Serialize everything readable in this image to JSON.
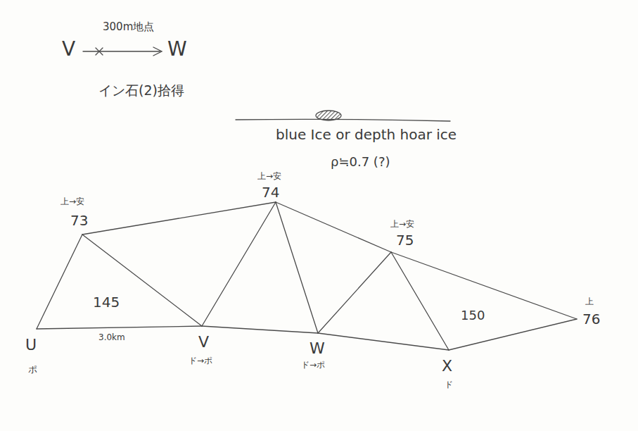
{
  "diagram": {
    "labels": [
      "300m地点",
      "V",
      "W",
      "イン石(2)拾得",
      "blue Ice or depth hoar ice",
      "ρ≒0.7 (?)",
      "上→安",
      "73",
      "上→安",
      "74",
      "上→安",
      "75",
      "上",
      "76",
      "145",
      "150",
      "3.0km",
      "U",
      "ポ",
      "V",
      "ド→ポ",
      "W",
      "ド→ポ",
      "X",
      "ド"
    ]
  }
}
